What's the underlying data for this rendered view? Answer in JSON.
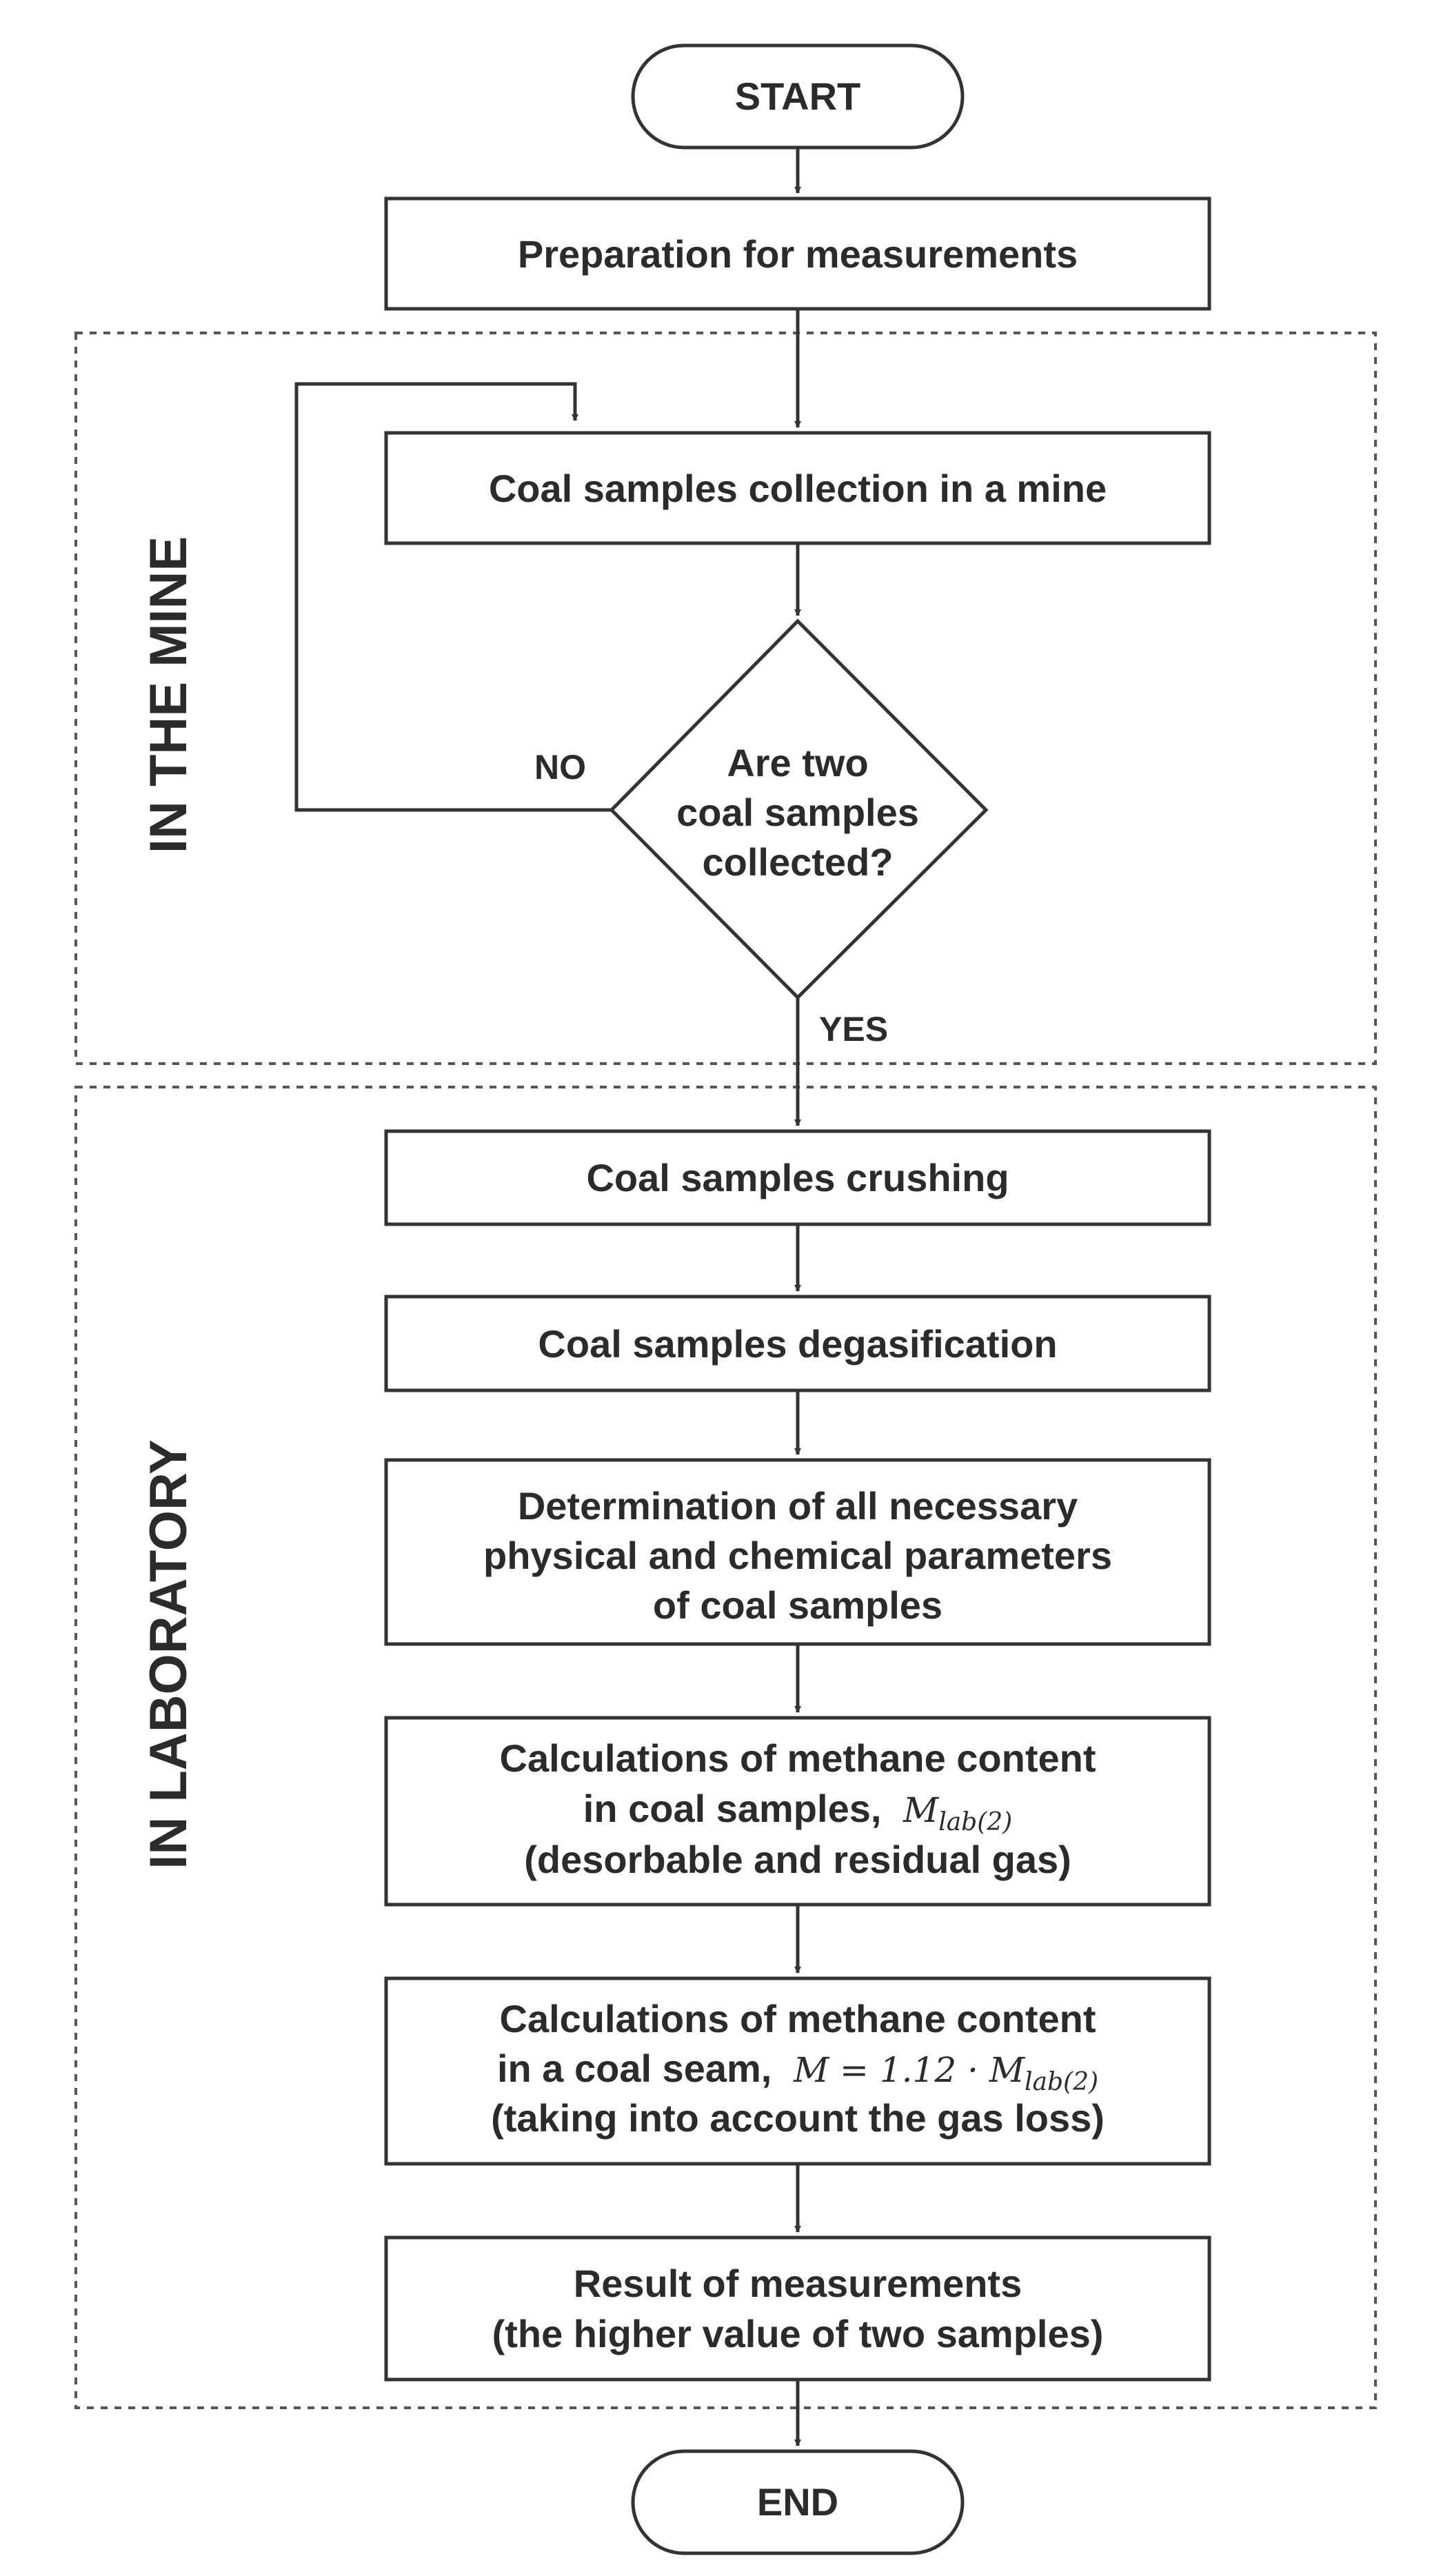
{
  "regions": {
    "mine": "IN THE MINE",
    "laboratory": "IN LABORATORY"
  },
  "nodes": {
    "start": "START",
    "preparation": "Preparation for measurements",
    "collection": "Coal samples collection in a mine",
    "decision": [
      "Are two",
      "coal samples",
      "collected?"
    ],
    "crushing": "Coal samples crushing",
    "degasification": "Coal samples degasification",
    "determination": [
      "Determination of all necessary",
      "physical and chemical parameters",
      "of coal samples"
    ],
    "calc_samples": {
      "line1": "Calculations of methane content",
      "line2_text": "in coal samples,",
      "line2_math": "M",
      "line2_math_sub": "lab(2)",
      "line3": "(desorbable and residual gas)"
    },
    "calc_seam": {
      "line1": "Calculations of methane content",
      "line2_text": "in a coal seam,",
      "line2_math": "M = 1.12 · M",
      "line2_math_sub": "lab(2)",
      "line3": "(taking into account the gas loss)"
    },
    "result": [
      "Result of measurements",
      "(the higher value of two samples)"
    ],
    "end": "END"
  },
  "edge_labels": {
    "no": "NO",
    "yes": "YES"
  }
}
